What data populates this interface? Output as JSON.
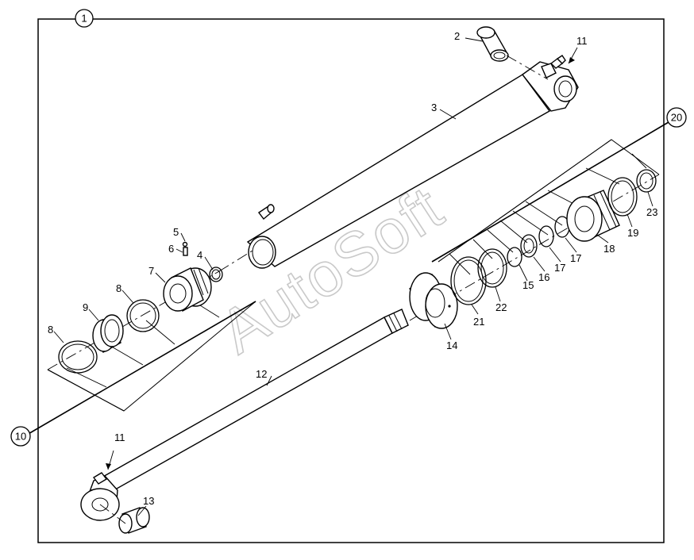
{
  "watermark": "AutoSoft",
  "labels": {
    "l1": "1",
    "l2": "2",
    "l3": "3",
    "l4": "4",
    "l5": "5",
    "l6": "6",
    "l7": "7",
    "l8a": "8",
    "l8b": "8",
    "l9": "9",
    "l10": "10",
    "l11a": "11",
    "l11b": "11",
    "l12": "12",
    "l13": "13",
    "l14": "14",
    "l15": "15",
    "l16": "16",
    "l17a": "17",
    "l17b": "17",
    "l18": "18",
    "l19": "19",
    "l20": "20",
    "l21": "21",
    "l22": "22",
    "l23": "23"
  }
}
